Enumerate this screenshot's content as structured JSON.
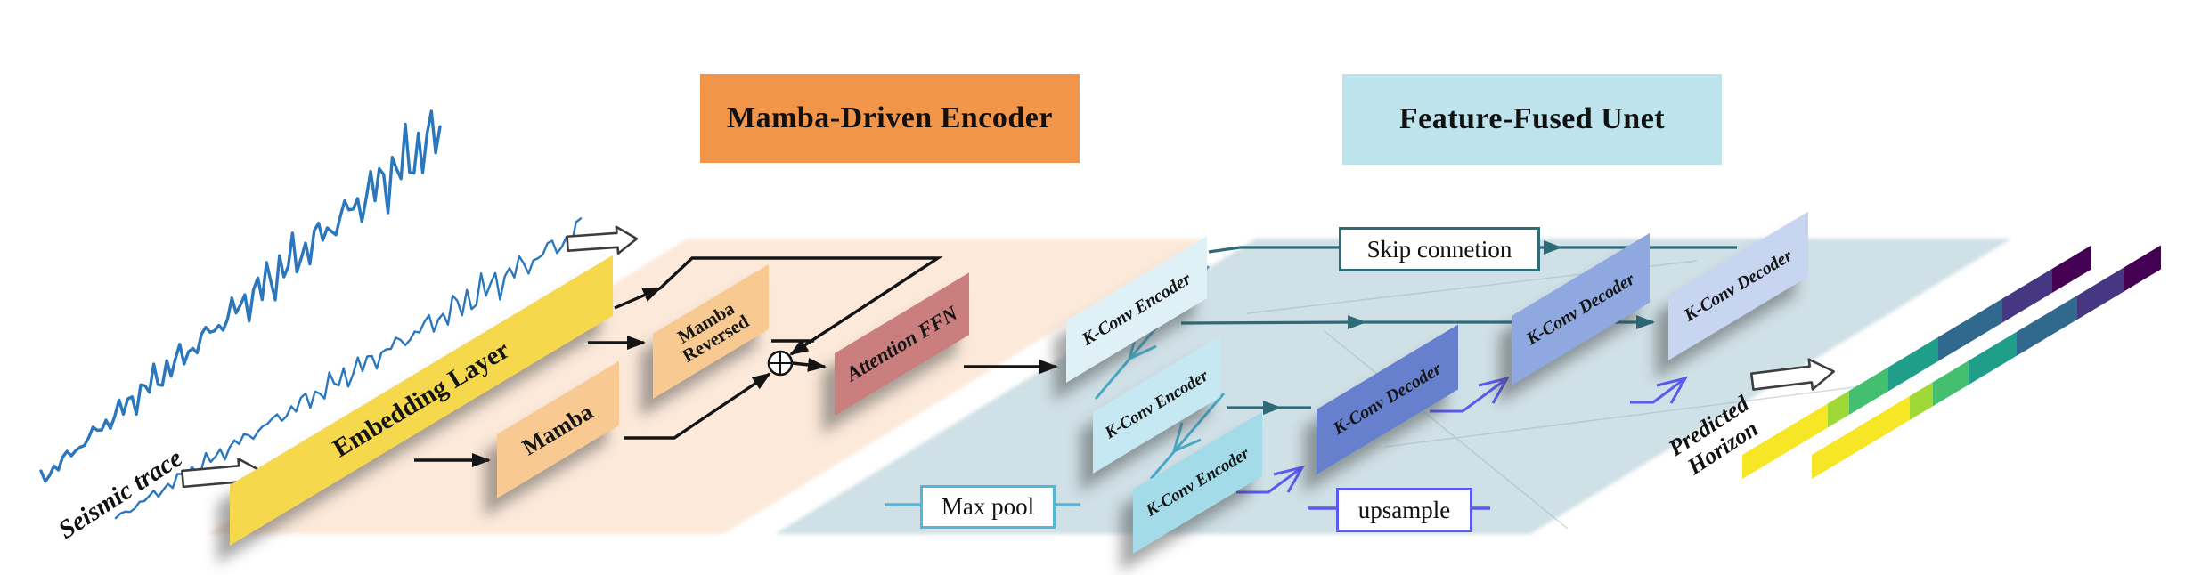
{
  "figure": {
    "banners": {
      "encoder": "Mamba-Driven Encoder",
      "unet": "Feature-Fused Unet"
    },
    "input": {
      "label": "Seismic trace"
    },
    "output": {
      "label_lines": [
        "Predicted",
        "Horizon"
      ]
    },
    "tiles": {
      "embedding": "Embedding Layer",
      "mamba": "Mamba",
      "mamba_reversed_lines": [
        "Mamba",
        "Reversed"
      ],
      "attention": "Attention FFN",
      "encoder": "K-Conv Encoder",
      "decoder": "K-Conv Decoder"
    },
    "legend": {
      "skip": "Skip connetion",
      "maxpool": "Max pool",
      "upsample": "upsample"
    }
  },
  "colors": {
    "banner_orange": "#f0954a",
    "banner_blue": "#bde3ed",
    "plane_peach": "#fce9da",
    "plane_blue": "#cfe0e6",
    "tile_yellow": "#f6d84c",
    "tile_peach": "#f9c992",
    "tile_red": "#cb7e7e",
    "enc1_blue": "#dff1f7",
    "enc2_blue": "#c6e8f2",
    "enc3_blue": "#a3dbe9",
    "dec1_blue": "#6780cd",
    "dec2_blue": "#8fa8e0",
    "dec3_blue": "#c7d5f1",
    "wave_blue": "#2b77bd",
    "arrow_black": "#141414",
    "skip_teal": "#2d6b78",
    "maxpool_teal": "#4aa9c8",
    "maxpool_border": "#56b6d8",
    "upsample_violet": "#5a5aee",
    "text_dark": "#111111"
  },
  "strips": {
    "colors": [
      "#f6e626",
      "#9fd938",
      "#44bf70",
      "#1f9e89",
      "#31688e",
      "#453781",
      "#440154"
    ],
    "widths_a": [
      96,
      24,
      44,
      56,
      72,
      56,
      44
    ],
    "widths_b": [
      110,
      26,
      40,
      54,
      68,
      52,
      42
    ]
  }
}
